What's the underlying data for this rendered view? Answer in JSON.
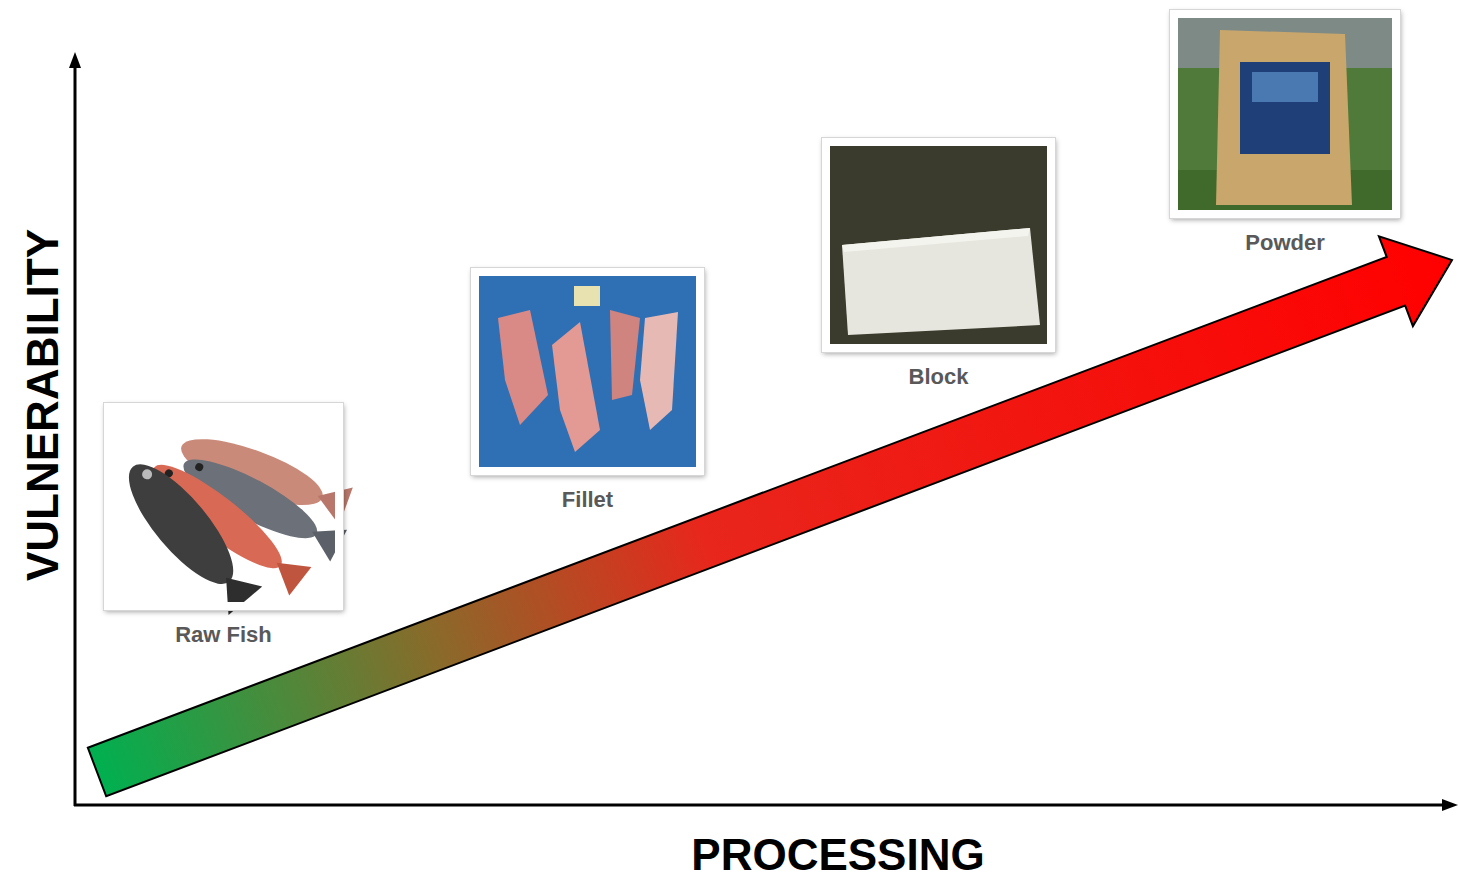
{
  "diagram": {
    "nodes": [
      {
        "text": [
          "Raw Fish"
        ]
      },
      {
        "text": [
          "Fillet"
        ]
      },
      {
        "text": [
          "Block"
        ]
      },
      {
        "text": [
          "Powder"
        ]
      }
    ],
    "labels": [
      "VULNERABILITY",
      "PROCESSING"
    ]
  }
}
